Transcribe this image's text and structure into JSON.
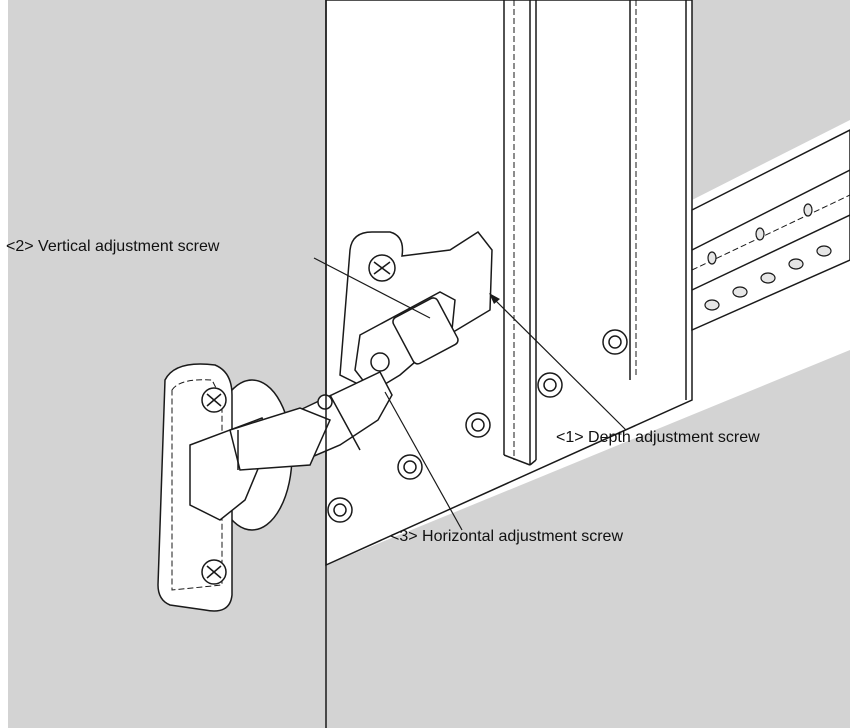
{
  "labels": {
    "vertical": "<2> Vertical adjustment screw",
    "depth": "<1> Depth adjustment screw",
    "horizontal": "<3> Horizontal adjustment screw"
  },
  "colors": {
    "background_panel": "#d3d3d3",
    "cabinet_face": "#ffffff",
    "outline": "#1a1a1a"
  }
}
